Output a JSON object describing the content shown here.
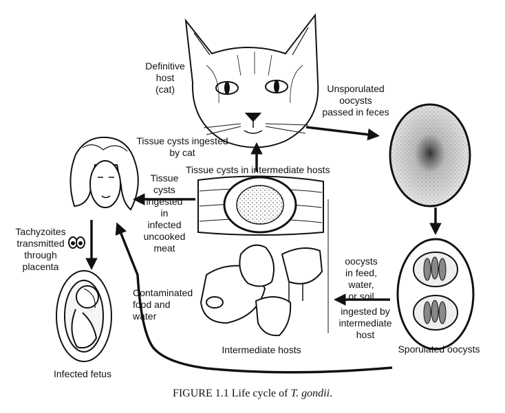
{
  "labels": {
    "definitive_host": "Definitive\nhost\n(cat)",
    "unsporulated": "Unsporulated\noocysts\npassed in feces",
    "tissue_cysts_cat": "Tissue cysts ingested\nby cat",
    "tissue_cysts_intermediate": "Tissue cysts in intermediate hosts",
    "tissue_cysts_meat": "Tissue\ncysts\ningested\nin\ninfected\nuncooked\nmeat",
    "tachyzoites": "Tachyzoites\ntransmitted\nthrough\nplacenta",
    "oocysts_feed": "oocysts\nin feed,\nwater,\nor soil",
    "ingested_intermediate": "ingested by\nintermediate\nhost",
    "contaminated": "Contaminated\nfood and\nwater",
    "intermediate_hosts": "Intermediate hosts",
    "sporulated": "Sporulated oocysts",
    "infected_fetus": "Infected fetus"
  },
  "caption": {
    "prefix": "FIGURE 1.1   Life cycle of ",
    "species": "T. gondii",
    "suffix": "."
  }
}
